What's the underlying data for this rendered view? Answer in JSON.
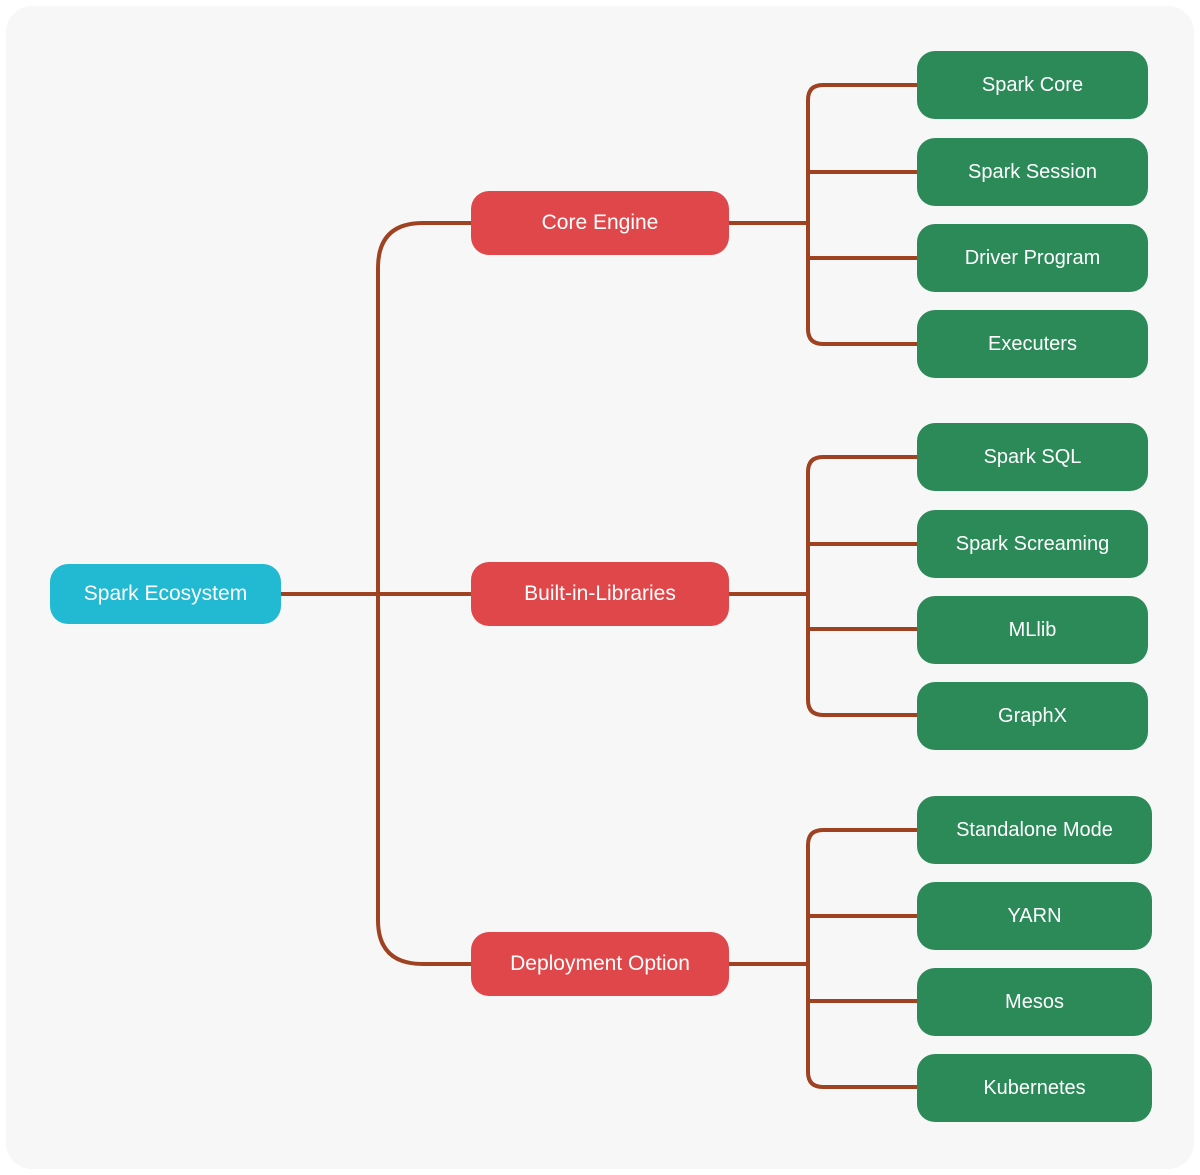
{
  "diagram": {
    "title": "Spark Ecosystem",
    "type": "mind-map",
    "colors": {
      "background": "#f7f7f7",
      "page": "#ffffff",
      "root": "#22b9d2",
      "branch": "#e0474a",
      "leaf": "#2b8a58",
      "connector": "#9e4221",
      "text": "#ffffff"
    },
    "root": {
      "label": "Spark Ecosystem"
    },
    "branches": [
      {
        "label": "Core Engine",
        "children": [
          {
            "label": "Spark Core"
          },
          {
            "label": "Spark Session"
          },
          {
            "label": "Driver Program"
          },
          {
            "label": "Executers"
          }
        ]
      },
      {
        "label": "Built-in-Libraries",
        "children": [
          {
            "label": "Spark SQL"
          },
          {
            "label": "Spark Screaming"
          },
          {
            "label": "MLlib"
          },
          {
            "label": "GraphX"
          }
        ]
      },
      {
        "label": "Deployment Option",
        "children": [
          {
            "label": "Standalone Mode"
          },
          {
            "label": "YARN"
          },
          {
            "label": "Mesos"
          },
          {
            "label": "Kubernetes"
          }
        ]
      }
    ]
  }
}
